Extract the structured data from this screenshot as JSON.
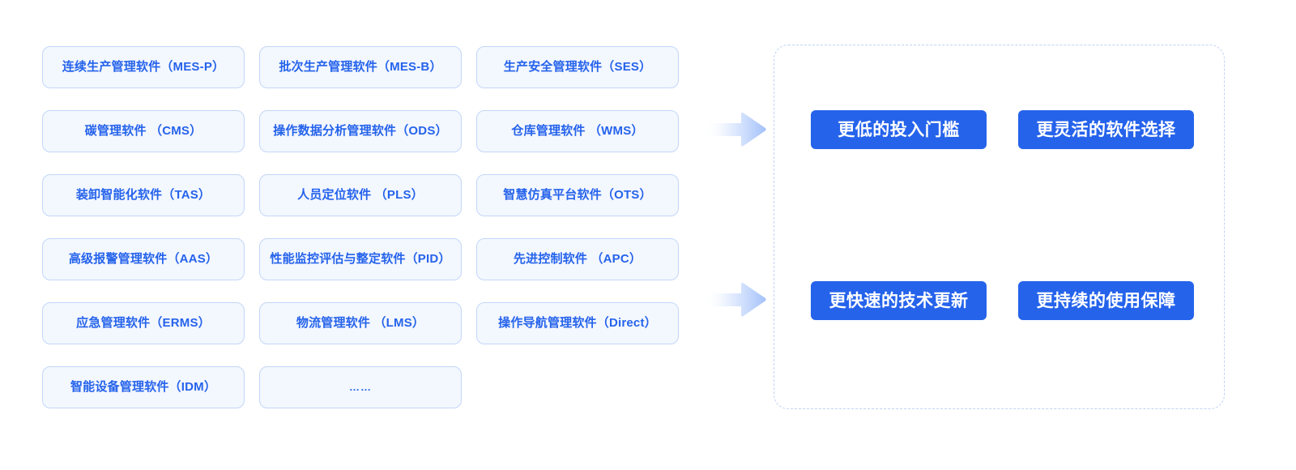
{
  "colors": {
    "card_fill": "#F3F7FE",
    "card_border": "#C3D7F8",
    "card_text": "#2563EB",
    "pill_fill": "#2563EB",
    "pill_text": "#FFFFFF",
    "panel_dash_border": "#BFD3F5",
    "arrow_gradient_start": "#FFFFFF",
    "arrow_gradient_end": "#A7C4FB",
    "page_background": "#FFFFFF"
  },
  "software_grid": {
    "columns": 3,
    "rows": 6,
    "cards": [
      {
        "label": "连续生产管理软件（MES-P）",
        "code": "MES-P"
      },
      {
        "label": "批次生产管理软件（MES-B）",
        "code": "MES-B"
      },
      {
        "label": "生产安全管理软件（SES）",
        "code": "SES"
      },
      {
        "label": "碳管理软件 （CMS）",
        "code": "CMS"
      },
      {
        "label": "操作数据分析管理软件（ODS）",
        "code": "ODS"
      },
      {
        "label": "仓库管理软件 （WMS）",
        "code": "WMS"
      },
      {
        "label": "装卸智能化软件（TAS）",
        "code": "TAS"
      },
      {
        "label": "人员定位软件 （PLS）",
        "code": "PLS"
      },
      {
        "label": "智慧仿真平台软件（OTS）",
        "code": "OTS"
      },
      {
        "label": "高级报警管理软件（AAS）",
        "code": "AAS"
      },
      {
        "label": "性能监控评估与整定软件（PID）",
        "code": "PID"
      },
      {
        "label": "先进控制软件 （APC）",
        "code": "APC"
      },
      {
        "label": "应急管理软件（ERMS）",
        "code": "ERMS"
      },
      {
        "label": "物流管理软件 （LMS）",
        "code": "LMS"
      },
      {
        "label": "操作导航管理软件（Direct）",
        "code": "Direct"
      },
      {
        "label": "智能设备管理软件（IDM）",
        "code": "IDM"
      },
      {
        "label": "……",
        "code": "more"
      },
      {
        "label": "",
        "code": ""
      }
    ]
  },
  "arrows": [
    {
      "name": "arrow-right-top",
      "direction": "right"
    },
    {
      "name": "arrow-right-bottom",
      "direction": "right"
    }
  ],
  "benefit_panel": {
    "pills": [
      {
        "label": "更低的投入门槛"
      },
      {
        "label": "更灵活的软件选择"
      },
      {
        "label": "更快速的技术更新"
      },
      {
        "label": "更持续的使用保障"
      }
    ]
  }
}
